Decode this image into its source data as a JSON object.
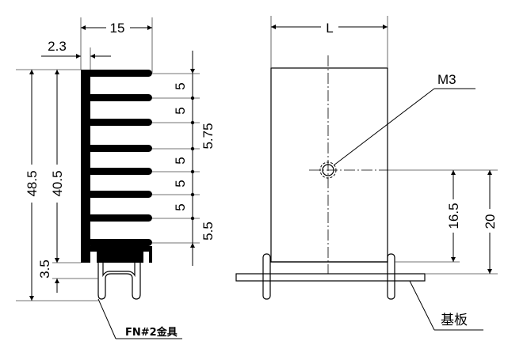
{
  "left_view": {
    "dim_width": "15",
    "dim_base": "2.3",
    "dim_overall_height": "48.5",
    "dim_fin_height": "40.5",
    "dim_clip": "3.5",
    "pitch": [
      "5",
      "5",
      "5.75",
      "5",
      "5",
      "5",
      "5.5"
    ],
    "clip_label": "FN#2金具"
  },
  "right_view": {
    "dim_length": "L",
    "screw_label": "M3",
    "dim_screw_height": "16.5",
    "dim_board_height": "20",
    "board_label": "基板"
  }
}
